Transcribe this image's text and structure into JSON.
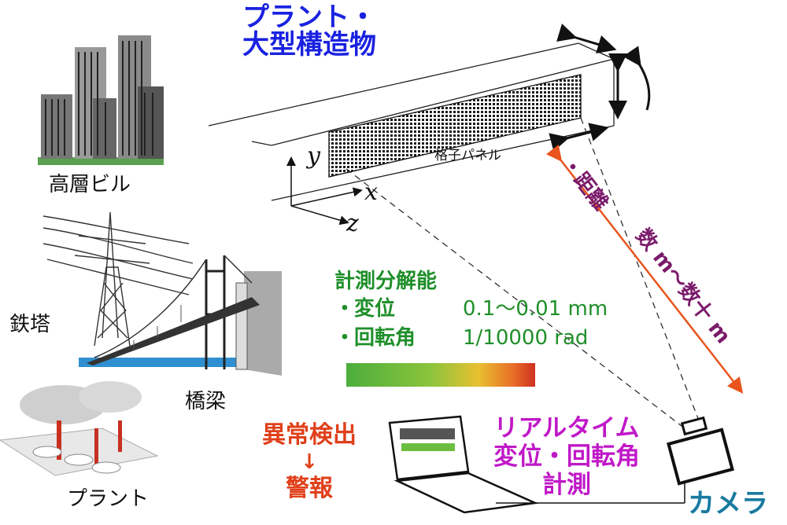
{
  "heading": {
    "line1": "プラント・",
    "line2": "大型構造物"
  },
  "structures": {
    "building": "高層ビル",
    "tower": "鉄塔",
    "bridge": "橋梁",
    "plant": "プラント"
  },
  "beam": {
    "panel_label": "格子パネル",
    "axes": {
      "x": "x",
      "y": "y",
      "z": "z"
    }
  },
  "distance": {
    "bullet": "・",
    "label": "距離",
    "range": "数 m〜数十 m"
  },
  "resolution": {
    "title": "計測分解能",
    "rows": [
      {
        "bullet": "・",
        "name": "変位",
        "value": "0.1〜0.01 mm"
      },
      {
        "bullet": "・",
        "name": "回転角",
        "value": "1/10000 rad"
      }
    ]
  },
  "realtime": {
    "line1": "リアルタイム",
    "line2": "変位・回転角",
    "line3": "計測"
  },
  "alarm": {
    "line1": "異常検出",
    "arrow": "↓",
    "line2": "警報"
  },
  "camera": {
    "label": "カメラ"
  },
  "colors": {
    "heading": "#1a22e0",
    "resolution": "#1f8f2a",
    "realtime": "#c018c8",
    "alarm": "#e0401a",
    "distance_arrow": "#e8541c",
    "distance_text": "#7a1a6a",
    "camera": "#1a7aa0"
  }
}
